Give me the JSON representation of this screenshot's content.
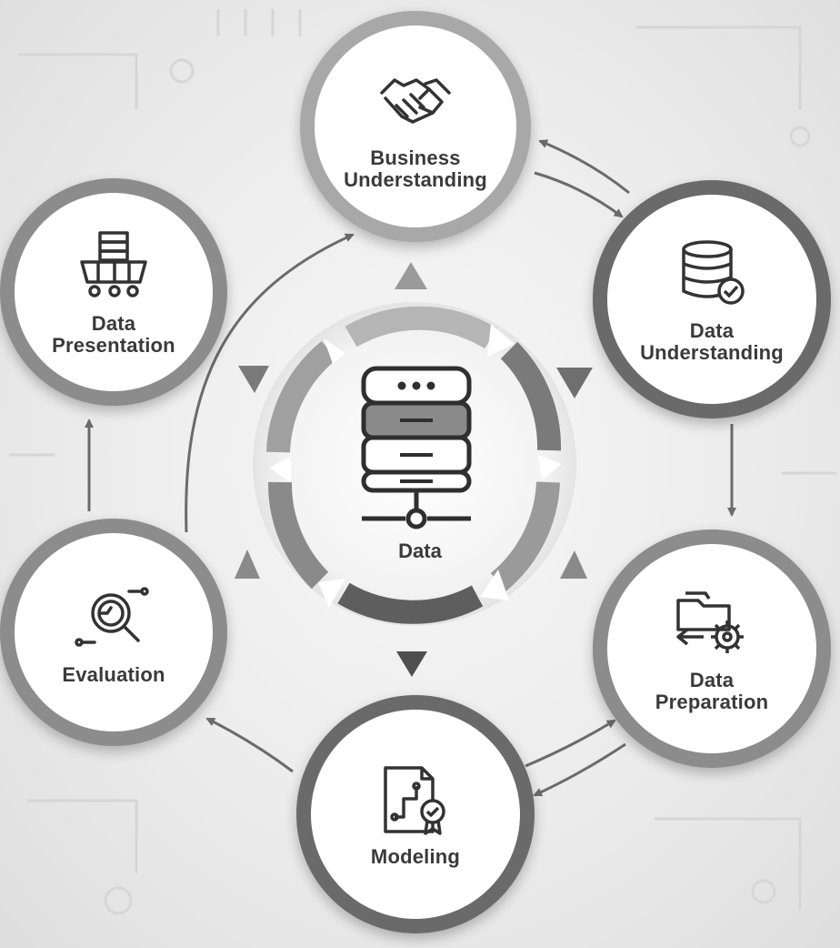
{
  "center": {
    "label": "Data",
    "icon": "database-icon"
  },
  "stages": [
    {
      "id": "business-understanding",
      "label": "Business\nUnderstanding",
      "icon": "handshake-icon"
    },
    {
      "id": "data-understanding",
      "label": "Data\nUnderstanding",
      "icon": "database-check-icon"
    },
    {
      "id": "data-preparation",
      "label": "Data\nPreparation",
      "icon": "folder-gear-icon"
    },
    {
      "id": "modeling",
      "label": "Modeling",
      "icon": "blueprint-badge-icon"
    },
    {
      "id": "evaluation",
      "label": "Evaluation",
      "icon": "magnifier-circuit-icon"
    },
    {
      "id": "data-presentation",
      "label": "Data\nPresentation",
      "icon": "server-cart-icon"
    }
  ],
  "colors": {
    "ring_light": "#a8a8a8",
    "ring_mid": "#8c8c8c",
    "ring_dark": "#6a6a6a",
    "arrow": "#6b6b6b",
    "text": "#3a3a3a"
  }
}
